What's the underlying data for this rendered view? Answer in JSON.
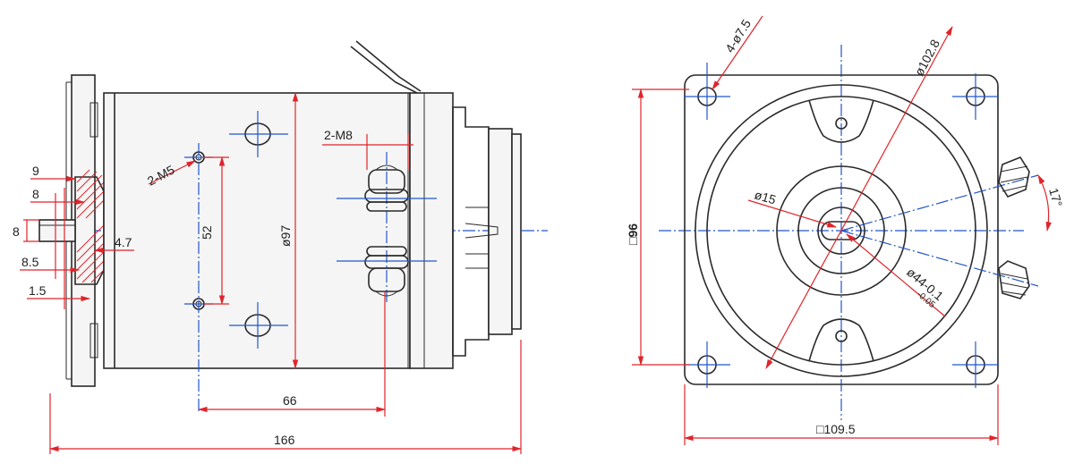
{
  "side_view": {
    "dims": {
      "d9": "9",
      "d8a": "8",
      "d8b": "8",
      "d8_5": "8.5",
      "d1_5": "1.5",
      "d4_7": "4.7",
      "holes_m5": "2-M5",
      "d52": "52",
      "d97": "ø97",
      "terminals_m8": "2-M8",
      "d66": "66",
      "length_166": "166"
    }
  },
  "end_view": {
    "dims": {
      "holes_7_5": "4-ø7.5",
      "d102_8": "ø102.8",
      "d15": "ø15",
      "d44": "ø44-0.1",
      "d44_tol": "-0.05",
      "angle_17": "17°",
      "square_96": "□96",
      "square_109_5": "□109.5"
    }
  }
}
